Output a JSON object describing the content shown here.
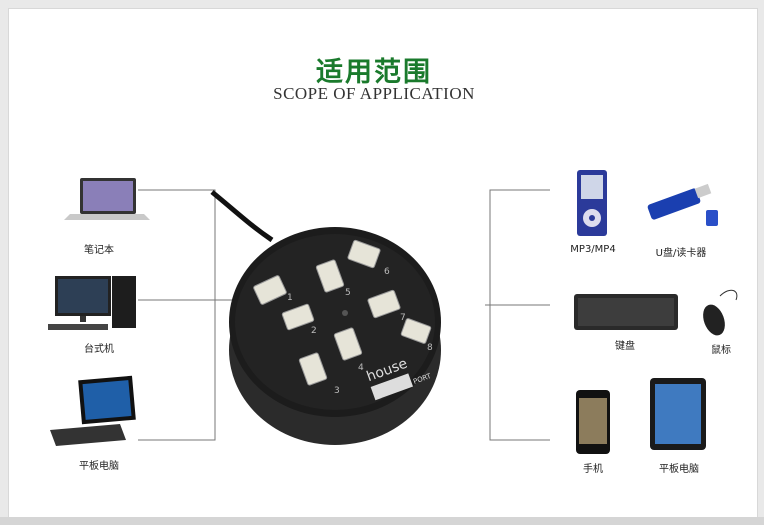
{
  "title_cn": "适用范围",
  "title_en": "SCOPE OF APPLICATION",
  "hub": {
    "brand": "house",
    "port_label": "PORT",
    "port_numbers": [
      "1",
      "2",
      "3",
      "4",
      "5",
      "6",
      "7",
      "8"
    ]
  },
  "left_devices": [
    {
      "label": "笔记本",
      "icon": "laptop-icon"
    },
    {
      "label": "台式机",
      "icon": "desktop-computer-icon"
    },
    {
      "label": "平板电脑",
      "icon": "tablet-icon"
    }
  ],
  "right_devices": [
    {
      "label": "MP3/MP4",
      "icon": "mp3-player-icon"
    },
    {
      "label": "U盘/读卡器",
      "icon": "usb-flash-drive-icon"
    },
    {
      "label": "键盘",
      "icon": "keyboard-icon"
    },
    {
      "label": "鼠标",
      "icon": "mouse-icon"
    },
    {
      "label": "手机",
      "icon": "mobile-phone-icon"
    },
    {
      "label": "平板电脑",
      "icon": "ipad-icon"
    }
  ],
  "colors": {
    "title_green": "#1a7a2c",
    "hub_black": "#1c1c1c",
    "line_gray": "#777777"
  }
}
